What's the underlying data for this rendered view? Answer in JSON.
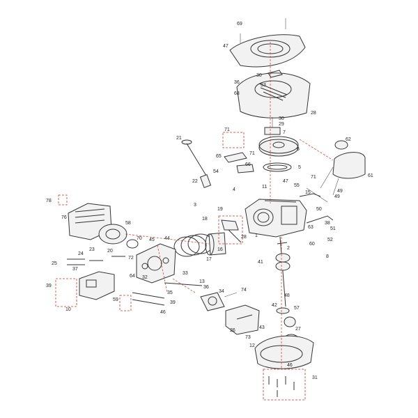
{
  "diagram": {
    "labels": [
      {
        "id": "l69",
        "text": "69"
      },
      {
        "id": "l47",
        "text": "47"
      },
      {
        "id": "l30a",
        "text": "30"
      },
      {
        "id": "l36",
        "text": "36"
      },
      {
        "id": "l53",
        "text": "53"
      },
      {
        "id": "l68",
        "text": "68"
      },
      {
        "id": "l28",
        "text": "28"
      },
      {
        "id": "l30b",
        "text": "30"
      },
      {
        "id": "l29",
        "text": "29"
      },
      {
        "id": "l7",
        "text": "7"
      },
      {
        "id": "l71a",
        "text": "71"
      },
      {
        "id": "l6",
        "text": "6"
      },
      {
        "id": "l21",
        "text": "21"
      },
      {
        "id": "l65",
        "text": "65"
      },
      {
        "id": "l71b",
        "text": "71"
      },
      {
        "id": "l66",
        "text": "66"
      },
      {
        "id": "l5",
        "text": "5"
      },
      {
        "id": "l62",
        "text": "62"
      },
      {
        "id": "l61",
        "text": "61"
      },
      {
        "id": "l54",
        "text": "54"
      },
      {
        "id": "l22",
        "text": "22"
      },
      {
        "id": "l47b",
        "text": "47"
      },
      {
        "id": "l71c",
        "text": "71"
      },
      {
        "id": "l4",
        "text": "4"
      },
      {
        "id": "l11",
        "text": "11"
      },
      {
        "id": "l55",
        "text": "55"
      },
      {
        "id": "l15",
        "text": "15"
      },
      {
        "id": "l49a",
        "text": "49"
      },
      {
        "id": "l49b",
        "text": "49"
      },
      {
        "id": "l78",
        "text": "78"
      },
      {
        "id": "l3",
        "text": "3"
      },
      {
        "id": "l19",
        "text": "19"
      },
      {
        "id": "l18",
        "text": "18"
      },
      {
        "id": "l50",
        "text": "50"
      },
      {
        "id": "l38",
        "text": "38"
      },
      {
        "id": "l76",
        "text": "76"
      },
      {
        "id": "l58",
        "text": "58"
      },
      {
        "id": "l1",
        "text": "1"
      },
      {
        "id": "l63",
        "text": "63"
      },
      {
        "id": "l51",
        "text": "51"
      },
      {
        "id": "l70",
        "text": "70"
      },
      {
        "id": "l45",
        "text": "45"
      },
      {
        "id": "l44",
        "text": "44"
      },
      {
        "id": "l16",
        "text": "16"
      },
      {
        "id": "l28b",
        "text": "28"
      },
      {
        "id": "l60",
        "text": "60"
      },
      {
        "id": "l52",
        "text": "52"
      },
      {
        "id": "l2",
        "text": "2"
      },
      {
        "id": "l24",
        "text": "24"
      },
      {
        "id": "l23",
        "text": "23"
      },
      {
        "id": "l20",
        "text": "20"
      },
      {
        "id": "l17",
        "text": "17"
      },
      {
        "id": "l8",
        "text": "8"
      },
      {
        "id": "l72",
        "text": "72"
      },
      {
        "id": "l25",
        "text": "25"
      },
      {
        "id": "l37",
        "text": "37"
      },
      {
        "id": "l64",
        "text": "64"
      },
      {
        "id": "l41",
        "text": "41"
      },
      {
        "id": "l33",
        "text": "33"
      },
      {
        "id": "l32",
        "text": "32"
      },
      {
        "id": "l13",
        "text": "13"
      },
      {
        "id": "l39a",
        "text": "39"
      },
      {
        "id": "l59",
        "text": "59"
      },
      {
        "id": "l35",
        "text": "35"
      },
      {
        "id": "l36b",
        "text": "36"
      },
      {
        "id": "l34",
        "text": "34"
      },
      {
        "id": "l74",
        "text": "74"
      },
      {
        "id": "l39b",
        "text": "39"
      },
      {
        "id": "l10",
        "text": "10"
      },
      {
        "id": "l46",
        "text": "46"
      },
      {
        "id": "l48",
        "text": "48"
      },
      {
        "id": "l42",
        "text": "42"
      },
      {
        "id": "l57",
        "text": "57"
      },
      {
        "id": "l26",
        "text": "26"
      },
      {
        "id": "l73",
        "text": "73"
      },
      {
        "id": "l43",
        "text": "43"
      },
      {
        "id": "l27",
        "text": "27"
      },
      {
        "id": "l12",
        "text": "12"
      },
      {
        "id": "l46b",
        "text": "46"
      },
      {
        "id": "l31",
        "text": "31"
      }
    ]
  }
}
